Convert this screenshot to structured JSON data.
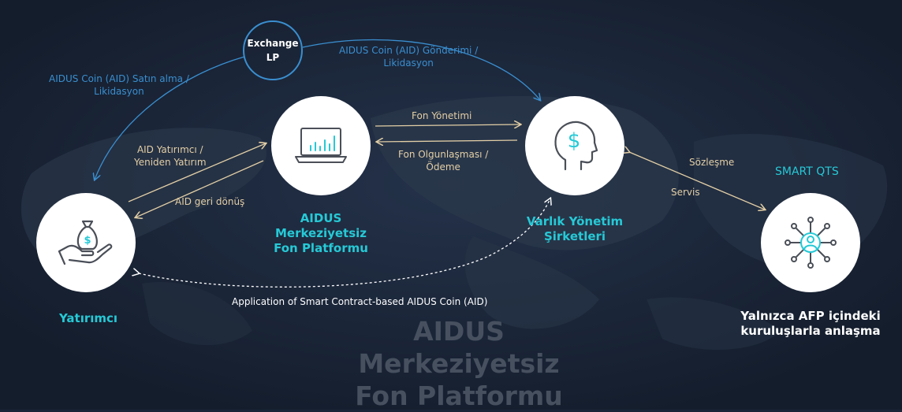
{
  "exchange": {
    "line1": "Exchange",
    "line2": "LP"
  },
  "flows": {
    "aidus_buy": {
      "line1": "AIDUS Coin (AID) Satın alma  /",
      "line2": "Likidasyon"
    },
    "aidus_send": {
      "line1": "AIDUS Coin (AID) Gönderimi  /",
      "line2": "Likidasyon"
    },
    "fund_management": "Fon Yönetimi",
    "fund_maturity": {
      "line1": "Fon Olgunlaşması /",
      "line2": "Ödeme"
    },
    "aid_investor": {
      "line1": "AID Yatırımcı /",
      "line2": "Yeniden Yatırım"
    },
    "aid_return": "AID geri dönüş",
    "contract": "Sözleşme",
    "service": "Servis",
    "smart_contract": "Application of Smart Contract-based AIDUS Coin (AID)"
  },
  "nodes": {
    "investor": {
      "title": "Yatırımcı",
      "icon": "money-bag-hand-icon"
    },
    "platform": {
      "line1": "AIDUS",
      "line2": "Merkeziyetsiz",
      "line3": "Fon Platformu",
      "icon": "laptop-chart-icon"
    },
    "asset_mgmt": {
      "line1": "Varlık Yönetim",
      "line2": "Şirketleri",
      "icon": "head-dollar-icon"
    },
    "smart_qts": {
      "label": "SMART QTS",
      "line1": "Yalnızca AFP içindeki",
      "line2": "kuruluşlarla anlaşma",
      "icon": "network-person-icon"
    }
  },
  "watermark": {
    "line1": "AIDUS",
    "line2": "Merkeziyetsiz",
    "line3": "Fon Platformu"
  },
  "colors": {
    "background": "#1a2638",
    "accent_teal": "#26c9d6",
    "flow_blue": "#3a8fd0",
    "flow_gold": "#e3cfa6",
    "icon_gray": "#4a4f58"
  }
}
